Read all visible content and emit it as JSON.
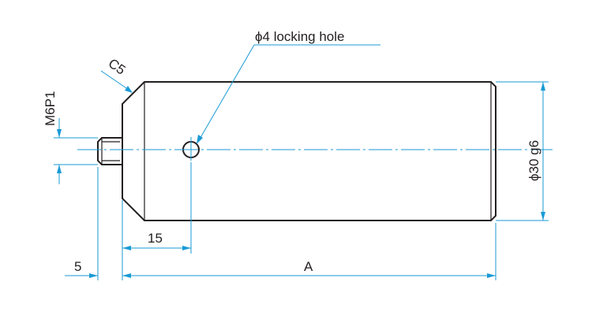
{
  "labels": {
    "locking_hole": "ϕ4 locking hole",
    "chamfer": "C5",
    "thread": "M6P1",
    "diameter": "ϕ30 g6",
    "dim_hole_offset": "15",
    "dim_thread_length": "5",
    "dim_overall": "A"
  },
  "colors": {
    "outline": "#231f20",
    "dimension": "#1a9ad6"
  }
}
